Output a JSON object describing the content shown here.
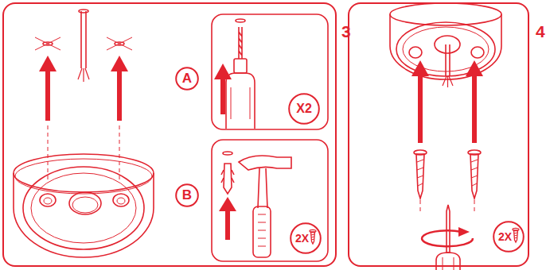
{
  "diagram": {
    "nodes": [
      {
        "text": [
          "3"
        ]
      },
      {
        "text": [
          "A"
        ],
        "in": 0
      },
      {
        "text": [
          "X2"
        ],
        "in": 0
      },
      {
        "text": [
          "B"
        ],
        "in": 0
      },
      {
        "text": [
          "2X"
        ],
        "in": 0
      },
      {
        "text": [
          "4"
        ]
      },
      {
        "text": [
          "2X"
        ],
        "in": 5
      }
    ]
  }
}
